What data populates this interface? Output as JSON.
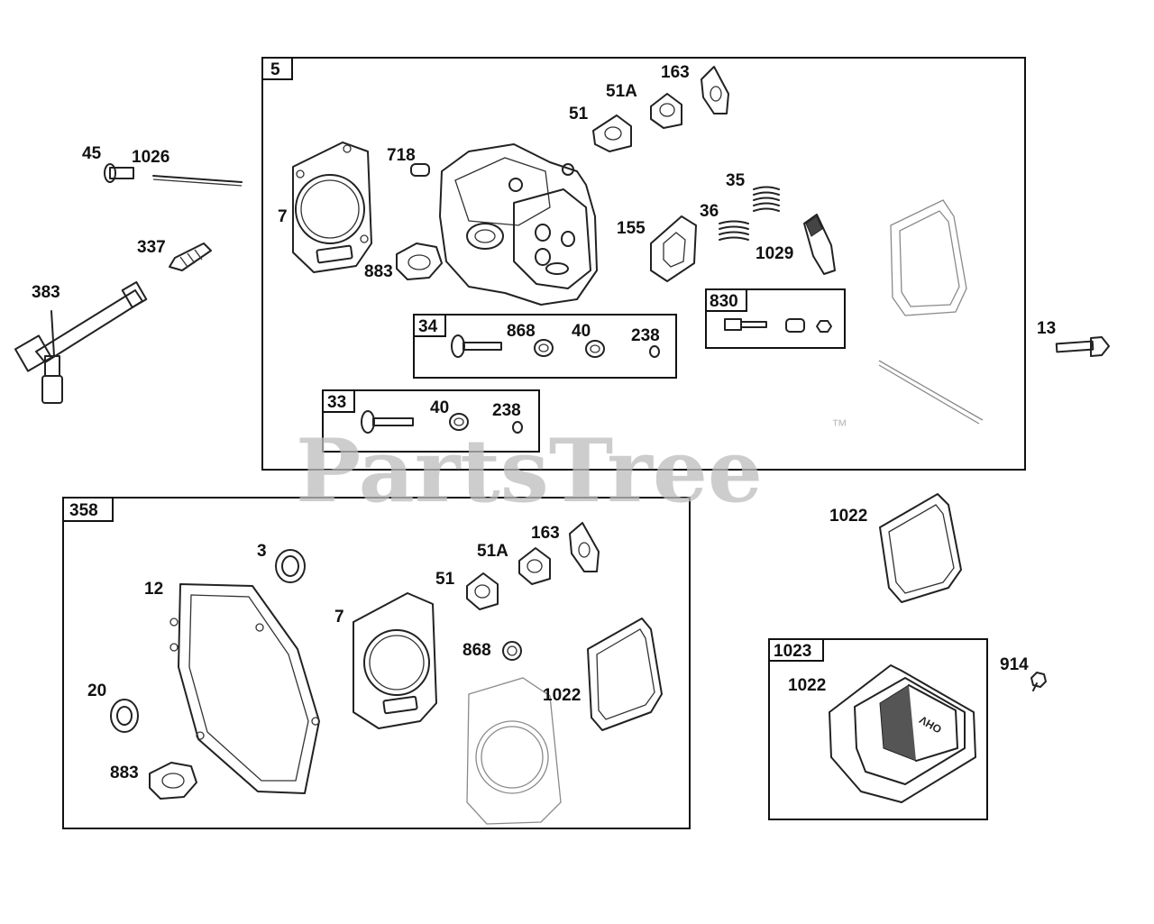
{
  "watermark": {
    "text": "PartsTree",
    "trademark": "™"
  },
  "groups": [
    {
      "id": "g5",
      "tag": "5"
    },
    {
      "id": "g34",
      "tag": "34"
    },
    {
      "id": "g33",
      "tag": "33"
    },
    {
      "id": "g830",
      "tag": "830"
    },
    {
      "id": "g358",
      "tag": "358"
    },
    {
      "id": "g1023",
      "tag": "1023"
    }
  ],
  "callouts": {
    "c45": "45",
    "c1026": "1026",
    "c337": "337",
    "c383": "383",
    "c7a": "7",
    "c718": "718",
    "c883a": "883",
    "c51a": "51",
    "c51Aa": "51A",
    "c163a": "163",
    "c155": "155",
    "c35": "35",
    "c36": "36",
    "c1029": "1029",
    "c868a": "868",
    "c40a": "40",
    "c238a": "238",
    "c40b": "40",
    "c238b": "238",
    "c13": "13",
    "c1022a": "1022",
    "c3": "3",
    "c12": "12",
    "c7b": "7",
    "c51b": "51",
    "c51Ab": "51A",
    "c163b": "163",
    "c868b": "868",
    "c1022b": "1022",
    "c20": "20",
    "c883b": "883",
    "c1022c": "1022",
    "c914": "914"
  }
}
